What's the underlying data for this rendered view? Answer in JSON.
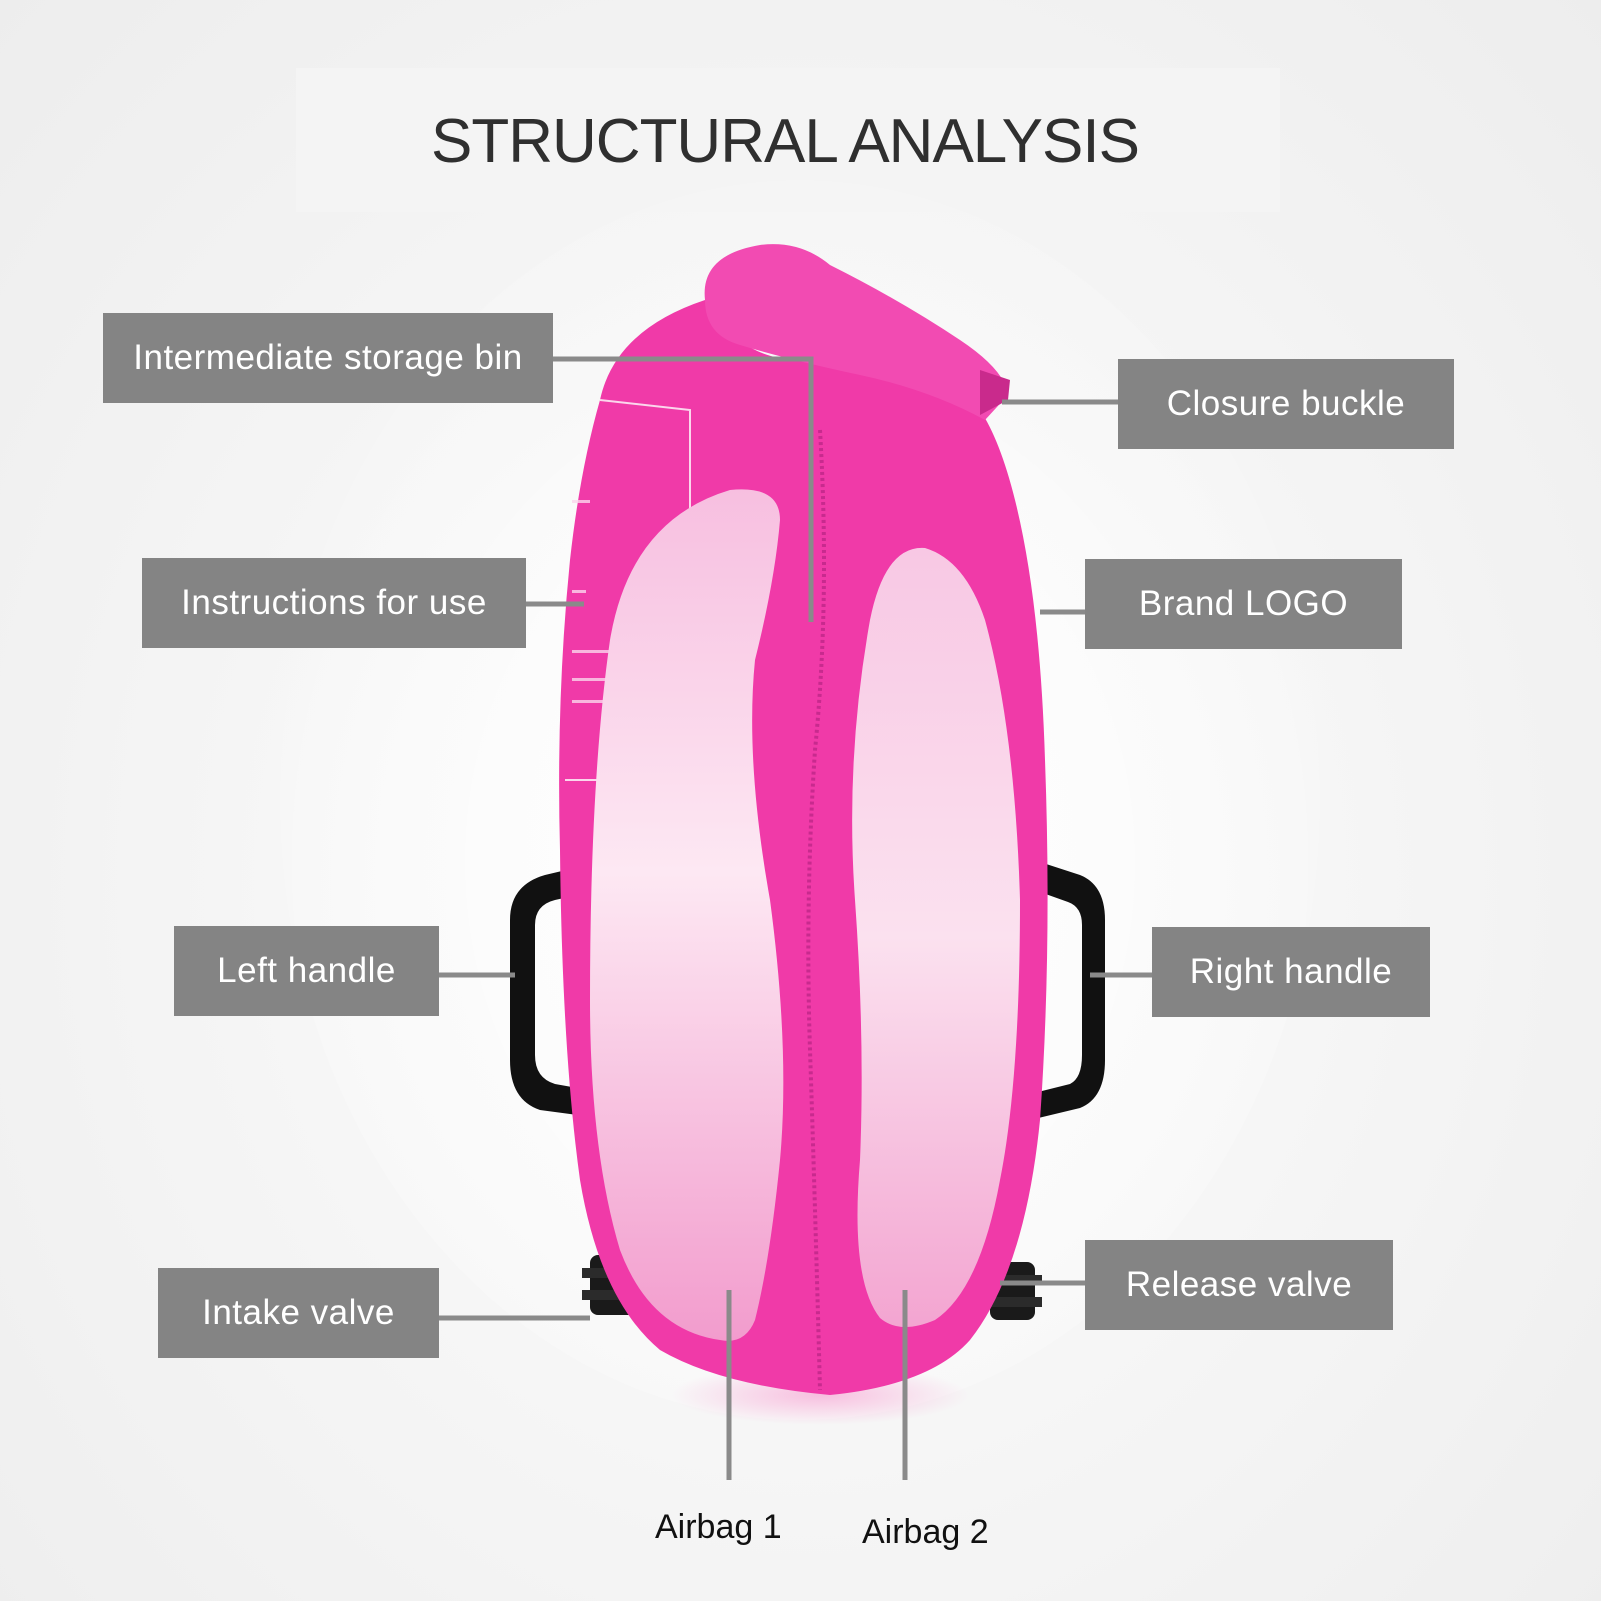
{
  "title": "STRUCTURAL ANALYSIS",
  "callouts": {
    "intermediate_storage_bin": "Intermediate storage bin",
    "closure_buckle": "Closure buckle",
    "instructions_for_use": "Instructions for use",
    "brand_logo": "Brand LOGO",
    "left_handle": "Left handle",
    "right_handle": "Right handle",
    "intake_valve": "Intake valve",
    "release_valve": "Release valve",
    "airbag_1": "Airbag 1",
    "airbag_2": "Airbag 2"
  },
  "colors": {
    "bag": "#f03aa8",
    "airbag": "#f7c4e2",
    "callout_bg": "#848484",
    "leader": "#8a8a8a"
  }
}
